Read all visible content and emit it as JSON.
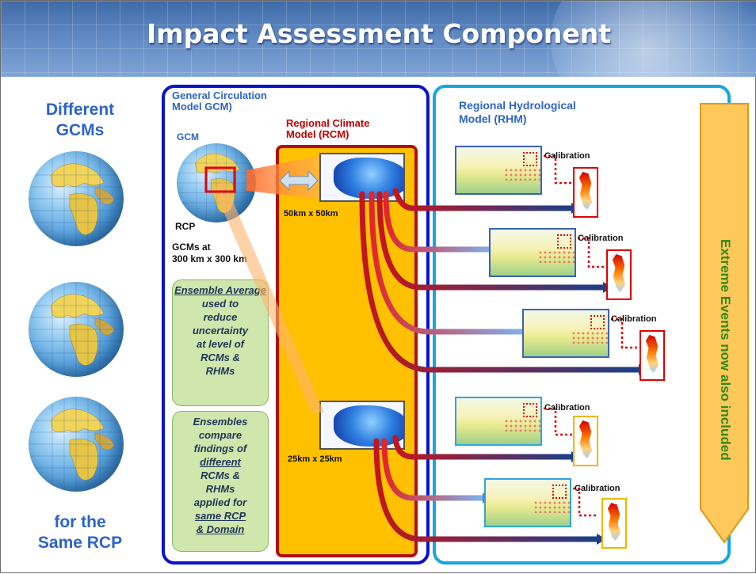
{
  "title": "Impact Assessment Component",
  "left": {
    "top_label": [
      "Different",
      "GCMs"
    ],
    "bottom_label": [
      "for the",
      "Same RCP"
    ]
  },
  "gcm": {
    "heading": [
      "General Circulation",
      "Model GCM)"
    ],
    "globe_label": "GCM",
    "rcp_label": "RCP",
    "resolution": [
      "GCMs at",
      "300 km x 300 km"
    ]
  },
  "rcm": {
    "heading": [
      "Regional Climate",
      "Model (RCM)"
    ],
    "res_top": "50km x 50km",
    "res_bottom": "25km x 25km"
  },
  "rhm": {
    "heading": [
      "Regional Hydrological",
      "Model (RHM)"
    ],
    "calibration": "Calibration"
  },
  "notes": {
    "ensemble_average": {
      "underlined": "Ensemble Average",
      "rest": [
        "used to",
        "reduce",
        "uncertainty",
        "at level of",
        "RCMs &",
        "RHMs"
      ]
    },
    "ensembles_compare": {
      "lines": [
        "Ensembles",
        "compare",
        "findings of"
      ],
      "u1": "different",
      "mid": [
        "RCMs &",
        "RHMs",
        "applied for"
      ],
      "u2": "same RCP",
      "u3": "& Domain"
    }
  },
  "extreme_events": "Extreme Events  now also included",
  "colors": {
    "gcm_border": "#0a13c9",
    "rhm_border": "#17a6e0",
    "rcm_fill": "#ffc000",
    "rcm_border": "#b30d0d",
    "note_fill": "#cfe6ad",
    "extreme_arrow": "#ffc85a",
    "extreme_text": "#2e8b1e"
  }
}
